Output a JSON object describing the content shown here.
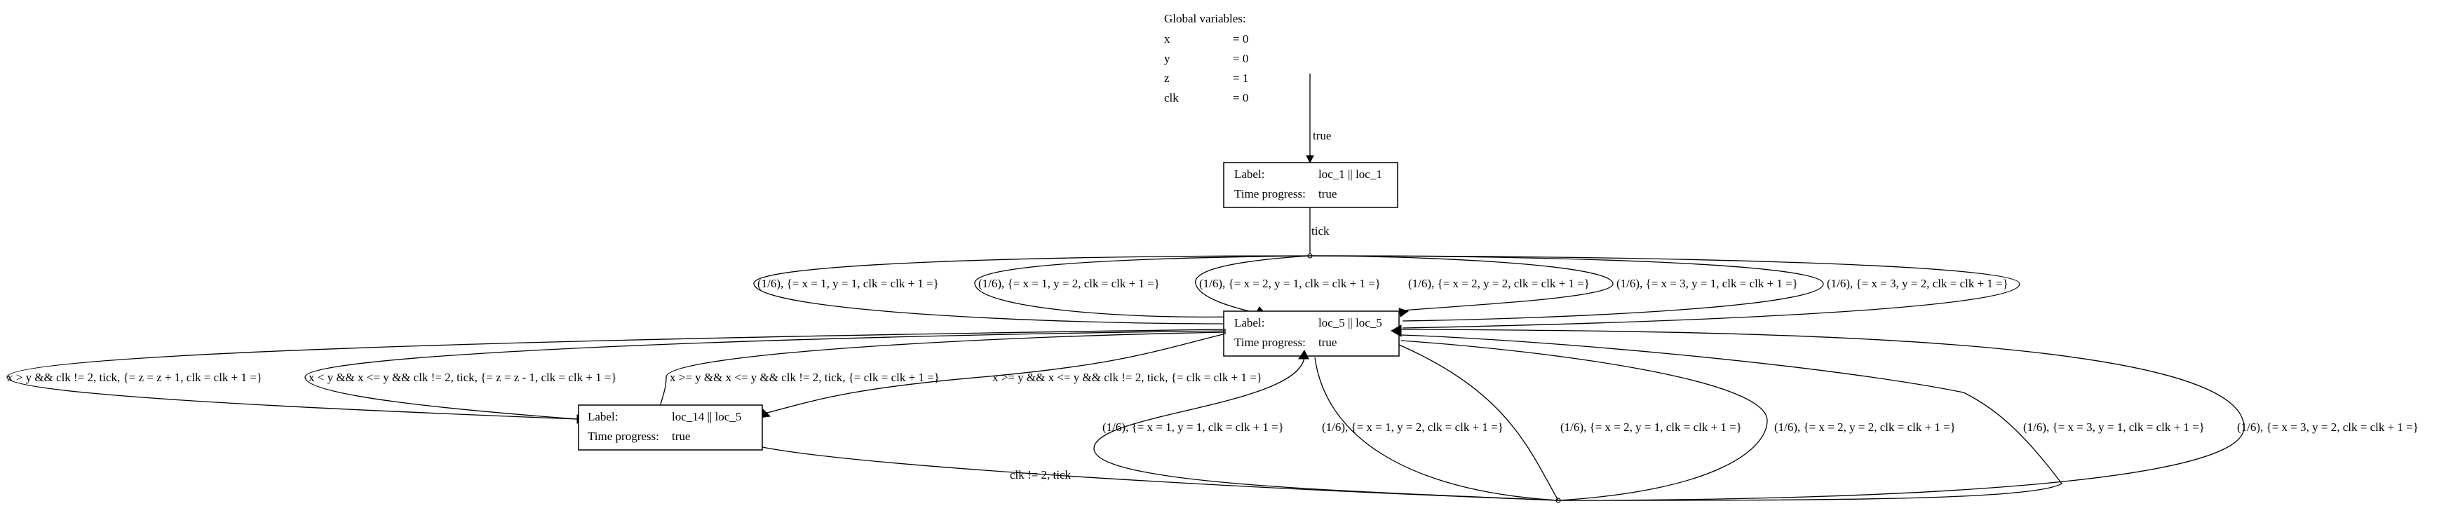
{
  "globals": {
    "title": "Global variables:",
    "vars": [
      {
        "name": "x",
        "value": "= 0"
      },
      {
        "name": "y",
        "value": "= 0"
      },
      {
        "name": "z",
        "value": "= 1"
      },
      {
        "name": "clk",
        "value": "= 0"
      }
    ]
  },
  "nodes": {
    "n1": {
      "label_key": "Label:",
      "label": "loc_1 || loc_1",
      "tp_key": "Time progress:",
      "tp": "true"
    },
    "n5": {
      "label_key": "Label:",
      "label": "loc_5 || loc_5",
      "tp_key": "Time progress:",
      "tp": "true"
    },
    "n14": {
      "label_key": "Label:",
      "label": "loc_14 || loc_5",
      "tp_key": "Time progress:",
      "tp": "true"
    }
  },
  "edges": {
    "init": "true",
    "tick": "tick",
    "top": [
      "(1/6), {= x = 1, y = 1, clk = clk + 1 =}",
      "(1/6), {= x = 1, y = 2, clk = clk + 1 =}",
      "(1/6), {= x = 2, y = 1, clk = clk + 1 =}",
      "(1/6), {= x = 2, y = 2, clk = clk + 1 =}",
      "(1/6), {= x = 3, y = 1, clk = clk + 1 =}",
      "(1/6), {= x = 3, y = 2, clk = clk + 1 =}"
    ],
    "to_n14": [
      "x > y && clk != 2, tick, {= z = z + 1, clk = clk + 1 =}",
      "x < y && x <= y && clk != 2, tick, {= z = z - 1, clk = clk + 1 =}",
      "x >= y && x <= y && clk != 2, tick, {= clk = clk + 1 =}",
      "x >= y && x <= y && clk != 2, tick, {= clk = clk + 1 =}"
    ],
    "bottom_tick": "clk != 2, tick",
    "bottom": [
      "(1/6), {= x = 1, y = 1, clk = clk + 1 =}",
      "(1/6), {= x = 1, y = 2, clk = clk + 1 =}",
      "(1/6), {= x = 2, y = 1, clk = clk + 1 =}",
      "(1/6), {= x = 2, y = 2, clk = clk + 1 =}",
      "(1/6), {= x = 3, y = 1, clk = clk + 1 =}",
      "(1/6), {= x = 3, y = 2, clk = clk + 1 =}"
    ]
  }
}
